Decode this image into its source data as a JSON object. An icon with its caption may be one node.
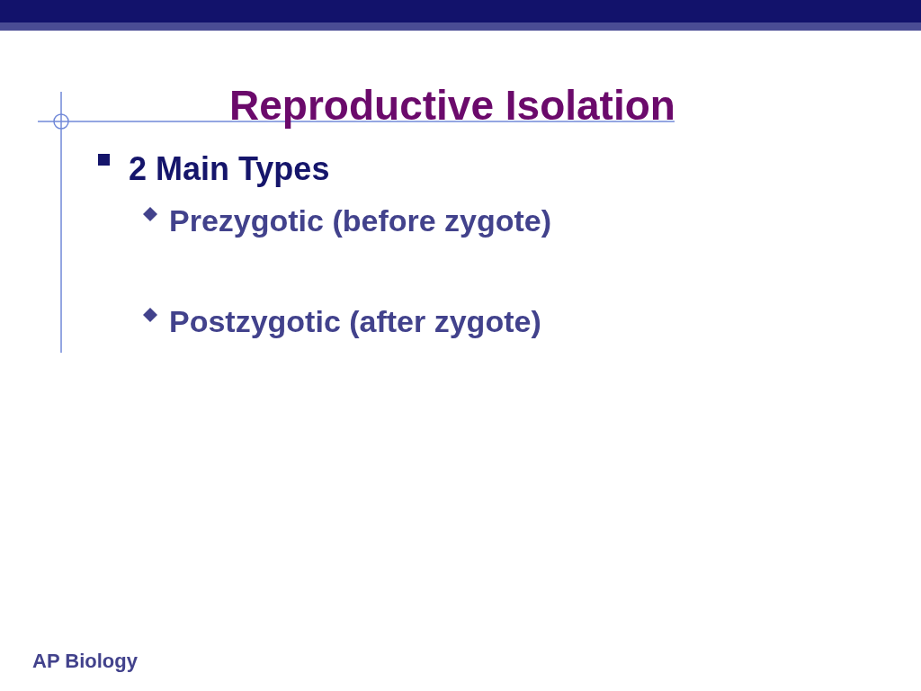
{
  "diagram": {
    "title": "Reproductive Isolation",
    "labels": [
      "2 Main Types",
      "Prezygotic (before zygote)",
      "Postzygotic (after zygote)",
      "AP Biology"
    ]
  }
}
